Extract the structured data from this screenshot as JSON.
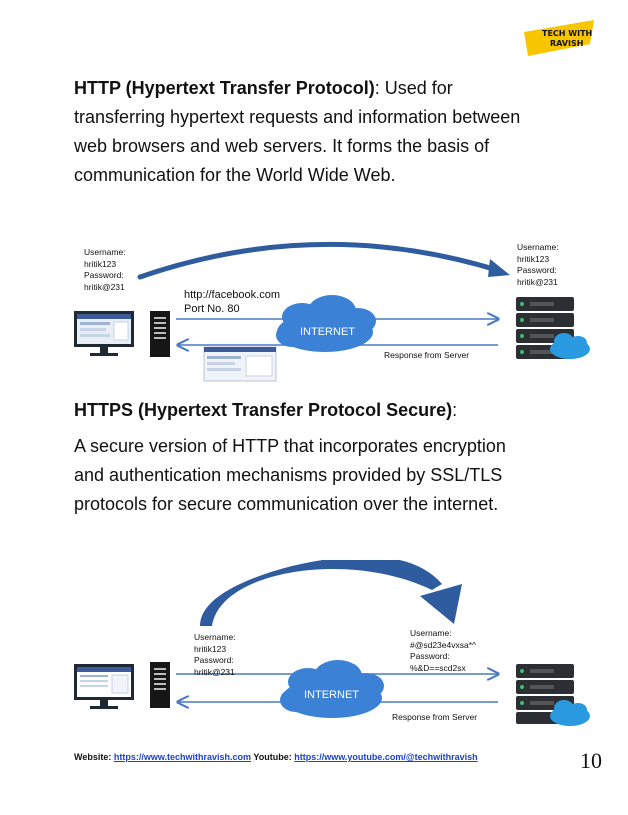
{
  "logo": {
    "line1": "TECH WITH",
    "line2": "RAVISH"
  },
  "http": {
    "heading": "HTTP (Hypertext Transfer Protocol)",
    "lines": [
      ": Used for",
      "transferring hypertext requests and information between",
      "web browsers and web servers. It forms the basis of",
      "communication for the World Wide Web."
    ]
  },
  "diagram1": {
    "client_creds": "Username:\nhritik123\nPassword:\nhritik@231",
    "server_creds": "Username:\nhritik123\nPassword:\nhritik@231",
    "url": "http://facebook.com\nPort No. 80",
    "cloud_label": "INTERNET",
    "response_label": "Response from Server"
  },
  "https": {
    "heading": "HTTPS (Hypertext Transfer Protocol Secure)",
    "colon": ":",
    "lines": [
      "A secure version of HTTP that incorporates encryption",
      "and authentication mechanisms provided by SSL/TLS",
      "protocols for secure communication over the internet."
    ]
  },
  "diagram2": {
    "client_creds": "Username:\nhritik123\nPassword:\nhritik@231",
    "server_creds": "Username:\n#@sd23e4vxsa*^\nPassword:\n%&D==scd2sx",
    "cloud_label": "INTERNET",
    "response_label": "Response from Server"
  },
  "footer": {
    "website_label": "Website: ",
    "website_url": "https://www.techwithravish.com",
    "youtube_label": " Youtube: ",
    "youtube_url": "https://www.youtube.com/@techwithravish"
  },
  "page_number": "10",
  "colors": {
    "arc_blue": "#2e5c9e",
    "cloud_blue": "#3b82d6",
    "arrow_blue": "#4a79c4",
    "logo_yellow": "#f7c600",
    "link_blue": "#1a43c8"
  }
}
